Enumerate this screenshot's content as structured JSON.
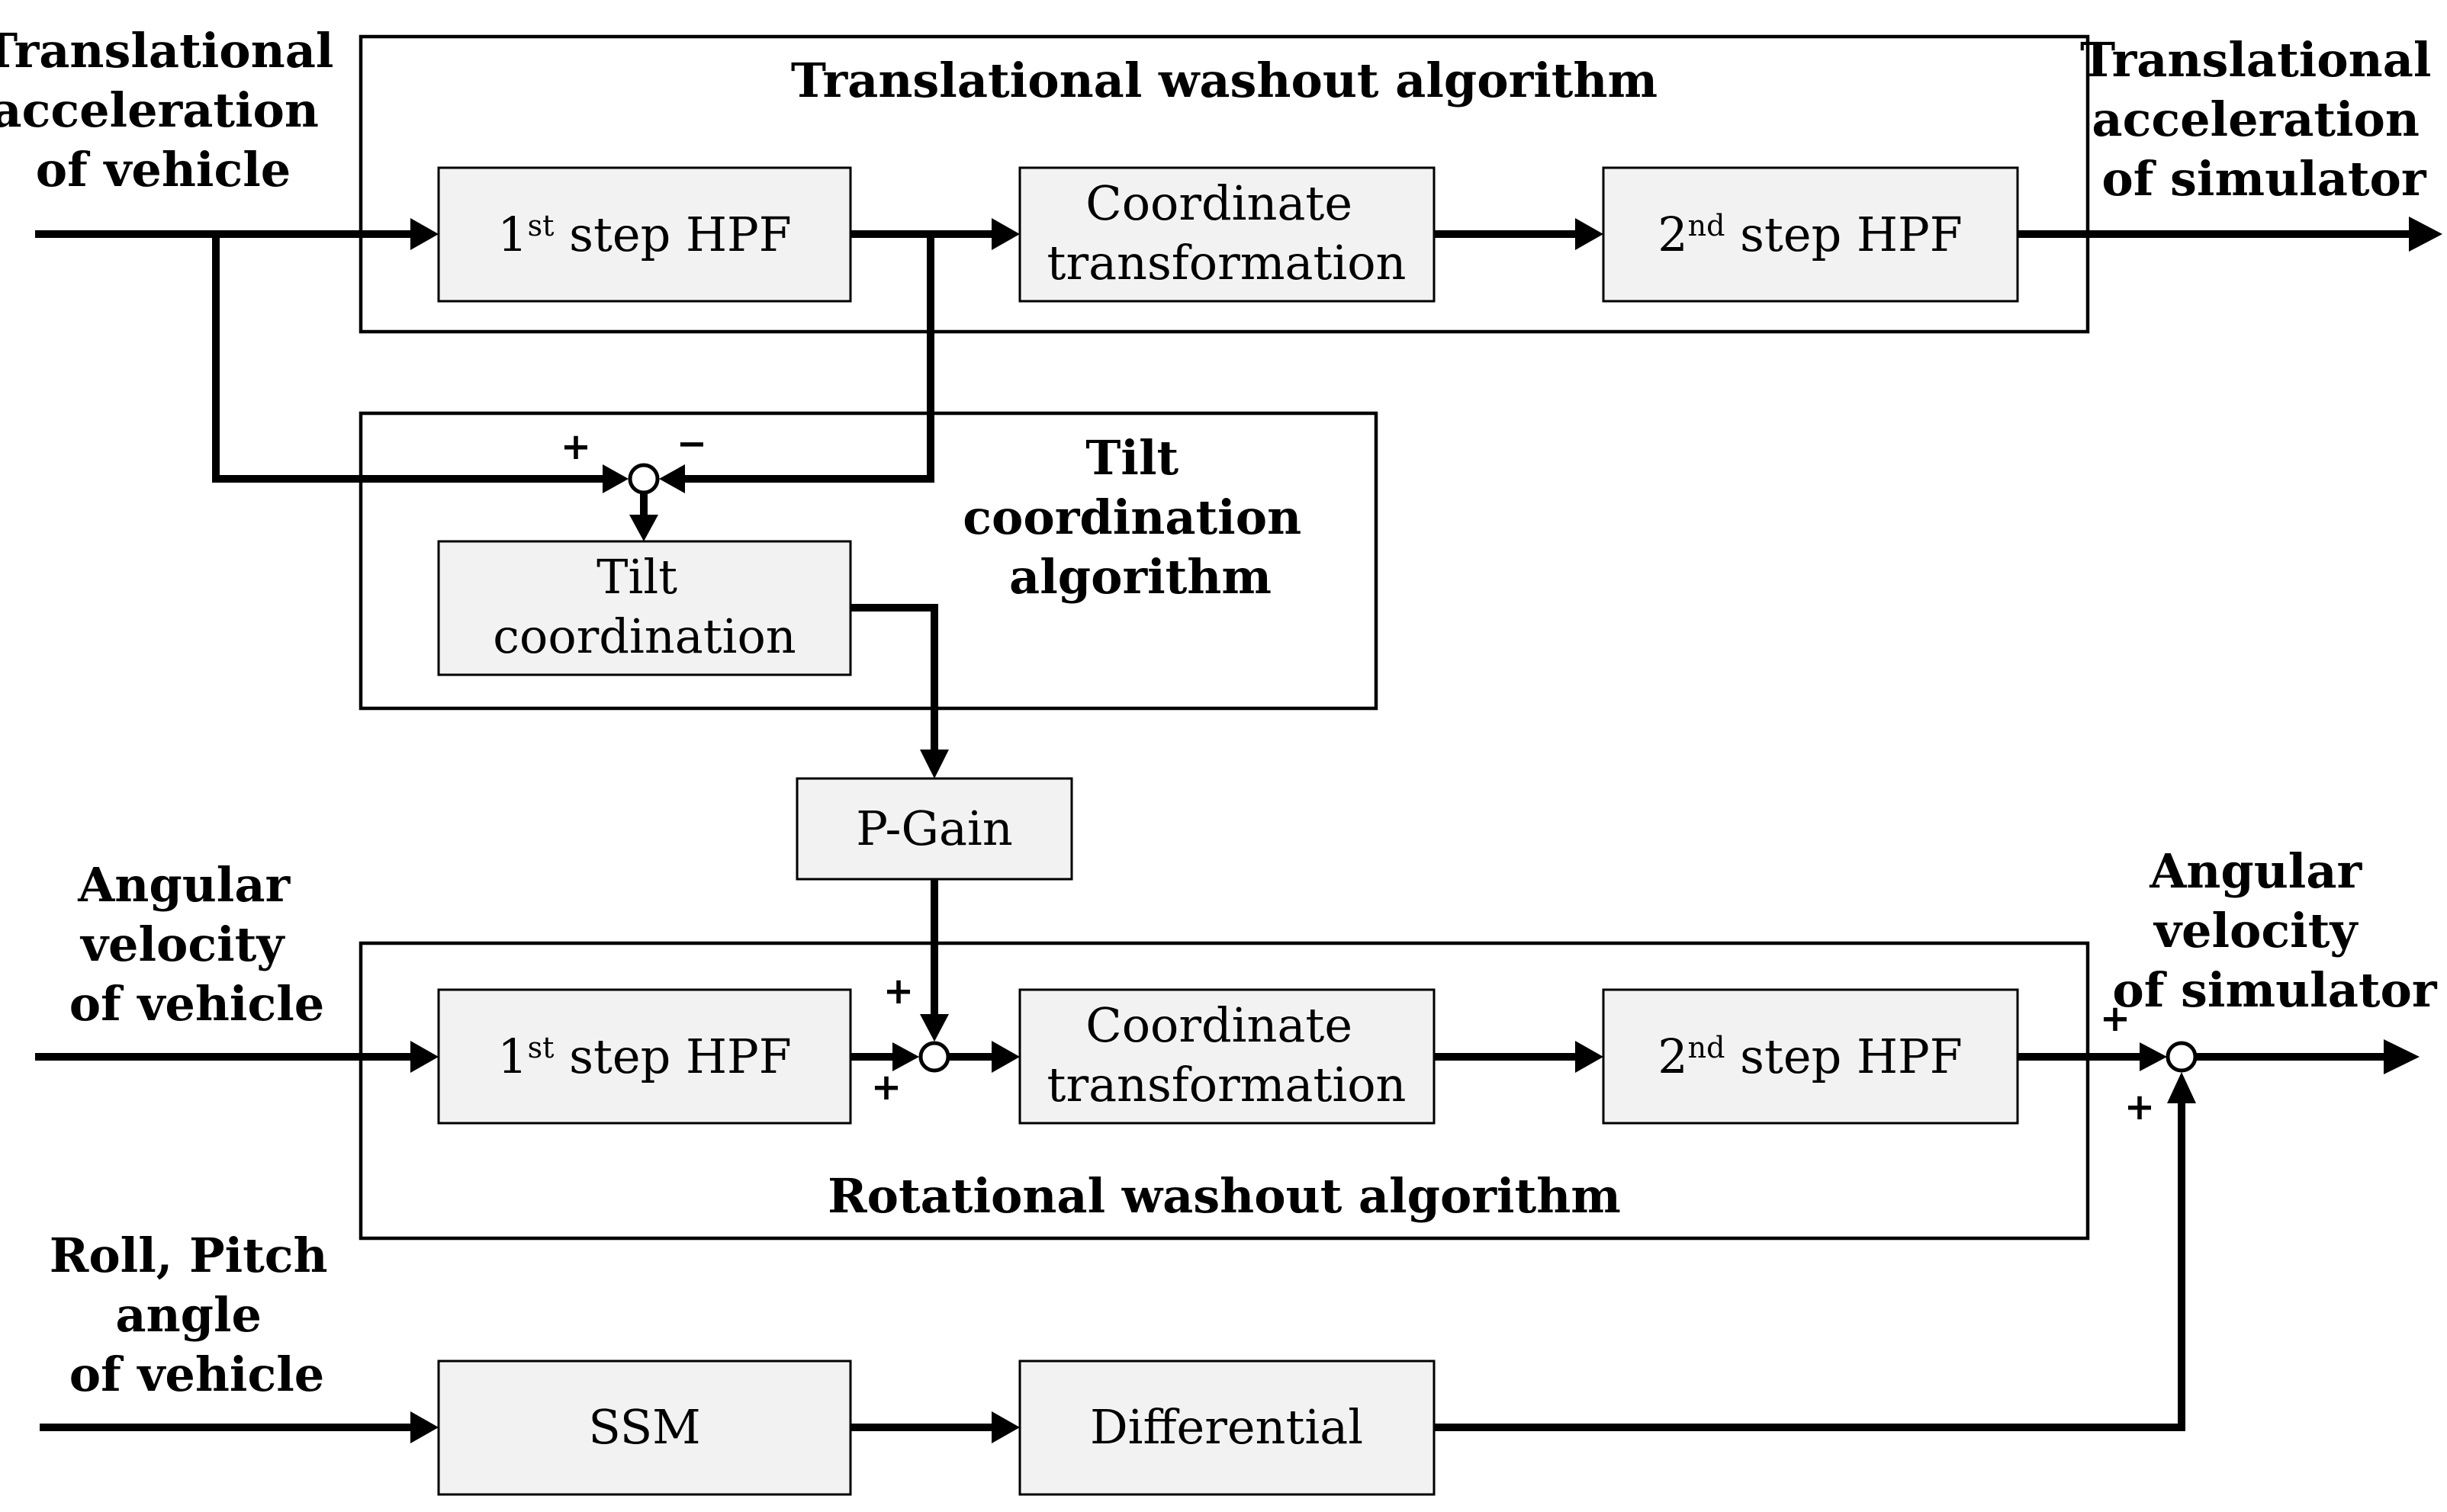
{
  "inputs": {
    "translational": [
      "Translational",
      "acceleration",
      "of vehicle"
    ],
    "angular": [
      "Angular",
      "velocity",
      "of vehicle"
    ],
    "roll_pitch": [
      "Roll, Pitch",
      "angle",
      "of vehicle"
    ]
  },
  "outputs": {
    "translational": [
      "Translational",
      "acceleration",
      "of simulator"
    ],
    "angular": [
      "Angular",
      "velocity",
      "of simulator"
    ]
  },
  "groups": {
    "translational_washout": "Translational washout algorithm",
    "tilt_coordination": [
      "Tilt",
      "coordination",
      "algorithm"
    ],
    "rotational_washout": "Rotational washout algorithm"
  },
  "blocks": {
    "trans_hpf1": {
      "num": "1",
      "sup": "st",
      "text": " step HPF"
    },
    "trans_coord": [
      "Coordinate",
      "transformation"
    ],
    "trans_hpf2": {
      "num": "2",
      "sup": "nd",
      "text": " step HPF"
    },
    "tilt": [
      "Tilt",
      "coordination"
    ],
    "pgain": "P-Gain",
    "rot_hpf1": {
      "num": "1",
      "sup": "st",
      "text": " step HPF"
    },
    "rot_coord": [
      "Coordinate",
      "transformation"
    ],
    "rot_hpf2": {
      "num": "2",
      "sup": "nd",
      "text": " step HPF"
    },
    "ssm": "SSM",
    "differential": "Differential"
  },
  "signs": {
    "tilt_sum_plus": "+",
    "tilt_sum_minus": "−",
    "rot_sum_plus_top": "+",
    "rot_sum_plus_bottom": "+",
    "out_sum_plus_top": "+",
    "out_sum_plus_bottom": "+"
  }
}
